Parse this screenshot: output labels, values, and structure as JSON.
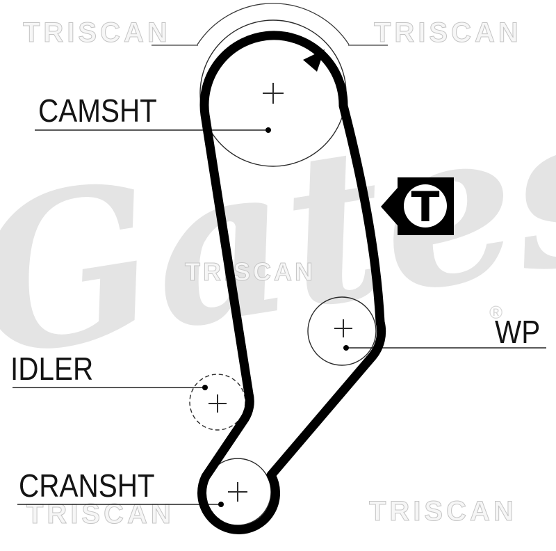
{
  "diagram_type": "timing-belt-routing",
  "labels": {
    "camshaft": "CAMSHT",
    "idler": "IDLER",
    "crankshaft": "CRANSHT",
    "water_pump": "WP"
  },
  "tensioner_marker": {
    "letter": "T"
  },
  "watermarks": {
    "brand": "TRISCAN",
    "logo_script": "Gates",
    "registered_symbol": "®"
  },
  "colors": {
    "background": "#ffffff",
    "belt": "#000000",
    "thin_line": "#2b2b2b",
    "label_text": "#141414",
    "watermark_outline": "#c4c4c4",
    "logo_gray": "#e4e4e4"
  }
}
